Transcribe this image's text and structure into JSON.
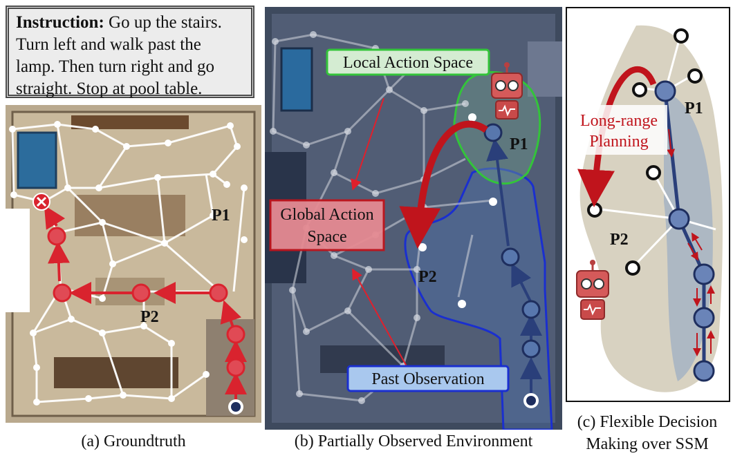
{
  "instruction": {
    "label": "Instruction:",
    "text": "Go up the stairs. Turn left and walk past the lamp. Then turn right and go straight. Stop at pool table."
  },
  "panels": {
    "a": {
      "caption": "(a) Groundtruth",
      "labels": {
        "p1": "P1",
        "p2": "P2"
      }
    },
    "b": {
      "caption": "(b) Partially Observed Environment",
      "local_action_space": "Local Action Space",
      "global_action_space_line1": "Global Action",
      "global_action_space_line2": "Space",
      "past_observation": "Past Observation",
      "labels": {
        "p1": "P1",
        "p2": "P2"
      }
    },
    "c": {
      "caption_line1": "(c) Flexible Decision",
      "caption_line2": "Making over SSM",
      "long_range_line1": "Long-range",
      "long_range_line2": "Planning",
      "labels": {
        "p1": "P1",
        "p2": "P2"
      }
    }
  },
  "colors": {
    "groundtruth_path": "#d9232e",
    "observed_path": "#2a3f7a",
    "local_space": "#33c43a",
    "global_space": "#d94a55",
    "past_observation": "#1a2fcf",
    "planning_arrow": "#c0141c"
  },
  "icons": [
    "robot-icon",
    "goal-x-icon",
    "start-node-icon"
  ]
}
